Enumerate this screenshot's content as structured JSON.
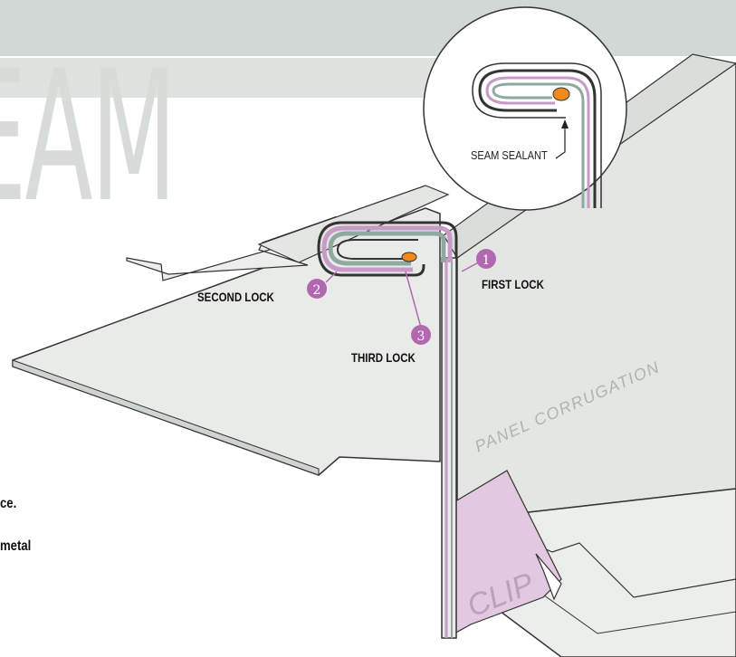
{
  "background_word": "EAM",
  "inset": {
    "sealant_label": "SEAM SEALANT"
  },
  "callouts": [
    {
      "number": "1",
      "label": "FIRST LOCK"
    },
    {
      "number": "2",
      "label": "SECOND LOCK"
    },
    {
      "number": "3",
      "label": "THIRD LOCK"
    }
  ],
  "panel_label": "PANEL CORRUGATION",
  "clip_label": "CLIP",
  "left_text": [
    "ce.",
    "metal"
  ],
  "colors": {
    "header_band": "#d2d8d5",
    "panel_fill": "#e9ebe8",
    "panel_top": "#dfe3e0",
    "clip": "#e2c8e0",
    "callout_circle": "#b268b0",
    "sealant": "#f08a1c",
    "layer_pink": "#c79ac7",
    "layer_teal": "#8fa9a1"
  }
}
